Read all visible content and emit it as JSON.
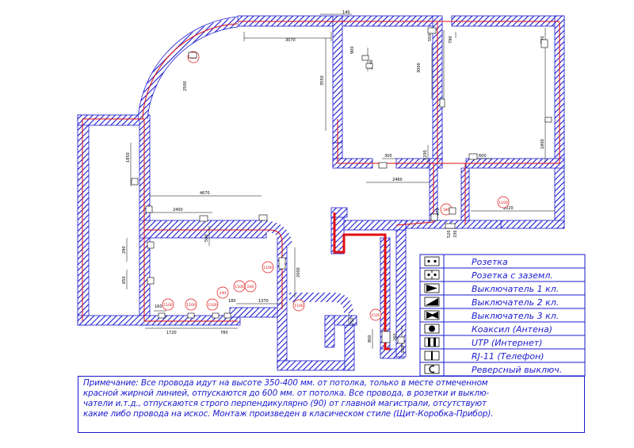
{
  "note": {
    "line1": "Примечание: Все провода идут на высоте 350-400 мм. от потолка, только в месте отмеченном",
    "line2": "красной жирной линией, отпускаются до 600 мм. от потолка. Все провода, в розетки и выклю-",
    "line3": "чатели и.т.д., отпускаются строго перпендикулярно (90) от главной магистрали, отсутствуют",
    "line4": "какие либо провода на искос. Монтаж произведен в класическом стиле (Щит-Коробка-Прибор)."
  },
  "legend": {
    "items": [
      {
        "symbol": "socket",
        "label": "Розетка"
      },
      {
        "symbol": "socket-ground",
        "label": "Розетка с заземл."
      },
      {
        "symbol": "switch-1",
        "label": "Выключатель 1 кл."
      },
      {
        "symbol": "switch-2",
        "label": "Выключатель 2 кл."
      },
      {
        "symbol": "switch-3",
        "label": "Выключатель 3 кл."
      },
      {
        "symbol": "coax",
        "label": "Коаксил (Антена)"
      },
      {
        "symbol": "utp",
        "label": "UTP (Интернет)"
      },
      {
        "symbol": "rj11",
        "label": "RJ-11 (Телефон)"
      },
      {
        "symbol": "reverse-switch",
        "label": "Реверсный выключ."
      }
    ]
  },
  "dimensions": {
    "d140": "140",
    "d3070": "3070",
    "d2500": "2500",
    "d3550": "3550",
    "d2000": "2000",
    "d3000": "3000",
    "d900": "900",
    "d300": "300",
    "d1200": "1200",
    "d2460": "2460",
    "d1850": "1850",
    "d4670": "4670",
    "d2400": "2400",
    "d500": "500",
    "d290": "290",
    "d1370": "1370",
    "d1720": "1720",
    "d780": "780",
    "d180": "180",
    "d2020": "2020",
    "d1800": "1800",
    "d790": "790",
    "d550": "550",
    "d700": "700",
    "d650": "650",
    "d160": "160",
    "d600": "600",
    "d470": "470",
    "d2000b": "2000",
    "d520": "520",
    "d330": "330",
    "d800": "800",
    "d260": "260",
    "d250": "250",
    "d810": "810"
  },
  "heights": {
    "h220": "220",
    "h1100a": "1100",
    "h1100b": "1100",
    "h1100c": "1100",
    "h1100d": "1100",
    "h240": "240",
    "h1100e": "1100",
    "h240b": "240",
    "h1100f": "1100",
    "h180": "180",
    "h1520": "1520",
    "h1100g": "1100"
  },
  "colors": {
    "wall": "#1a1ad0",
    "wire": "#e01010",
    "text": "#1a1ad0"
  }
}
